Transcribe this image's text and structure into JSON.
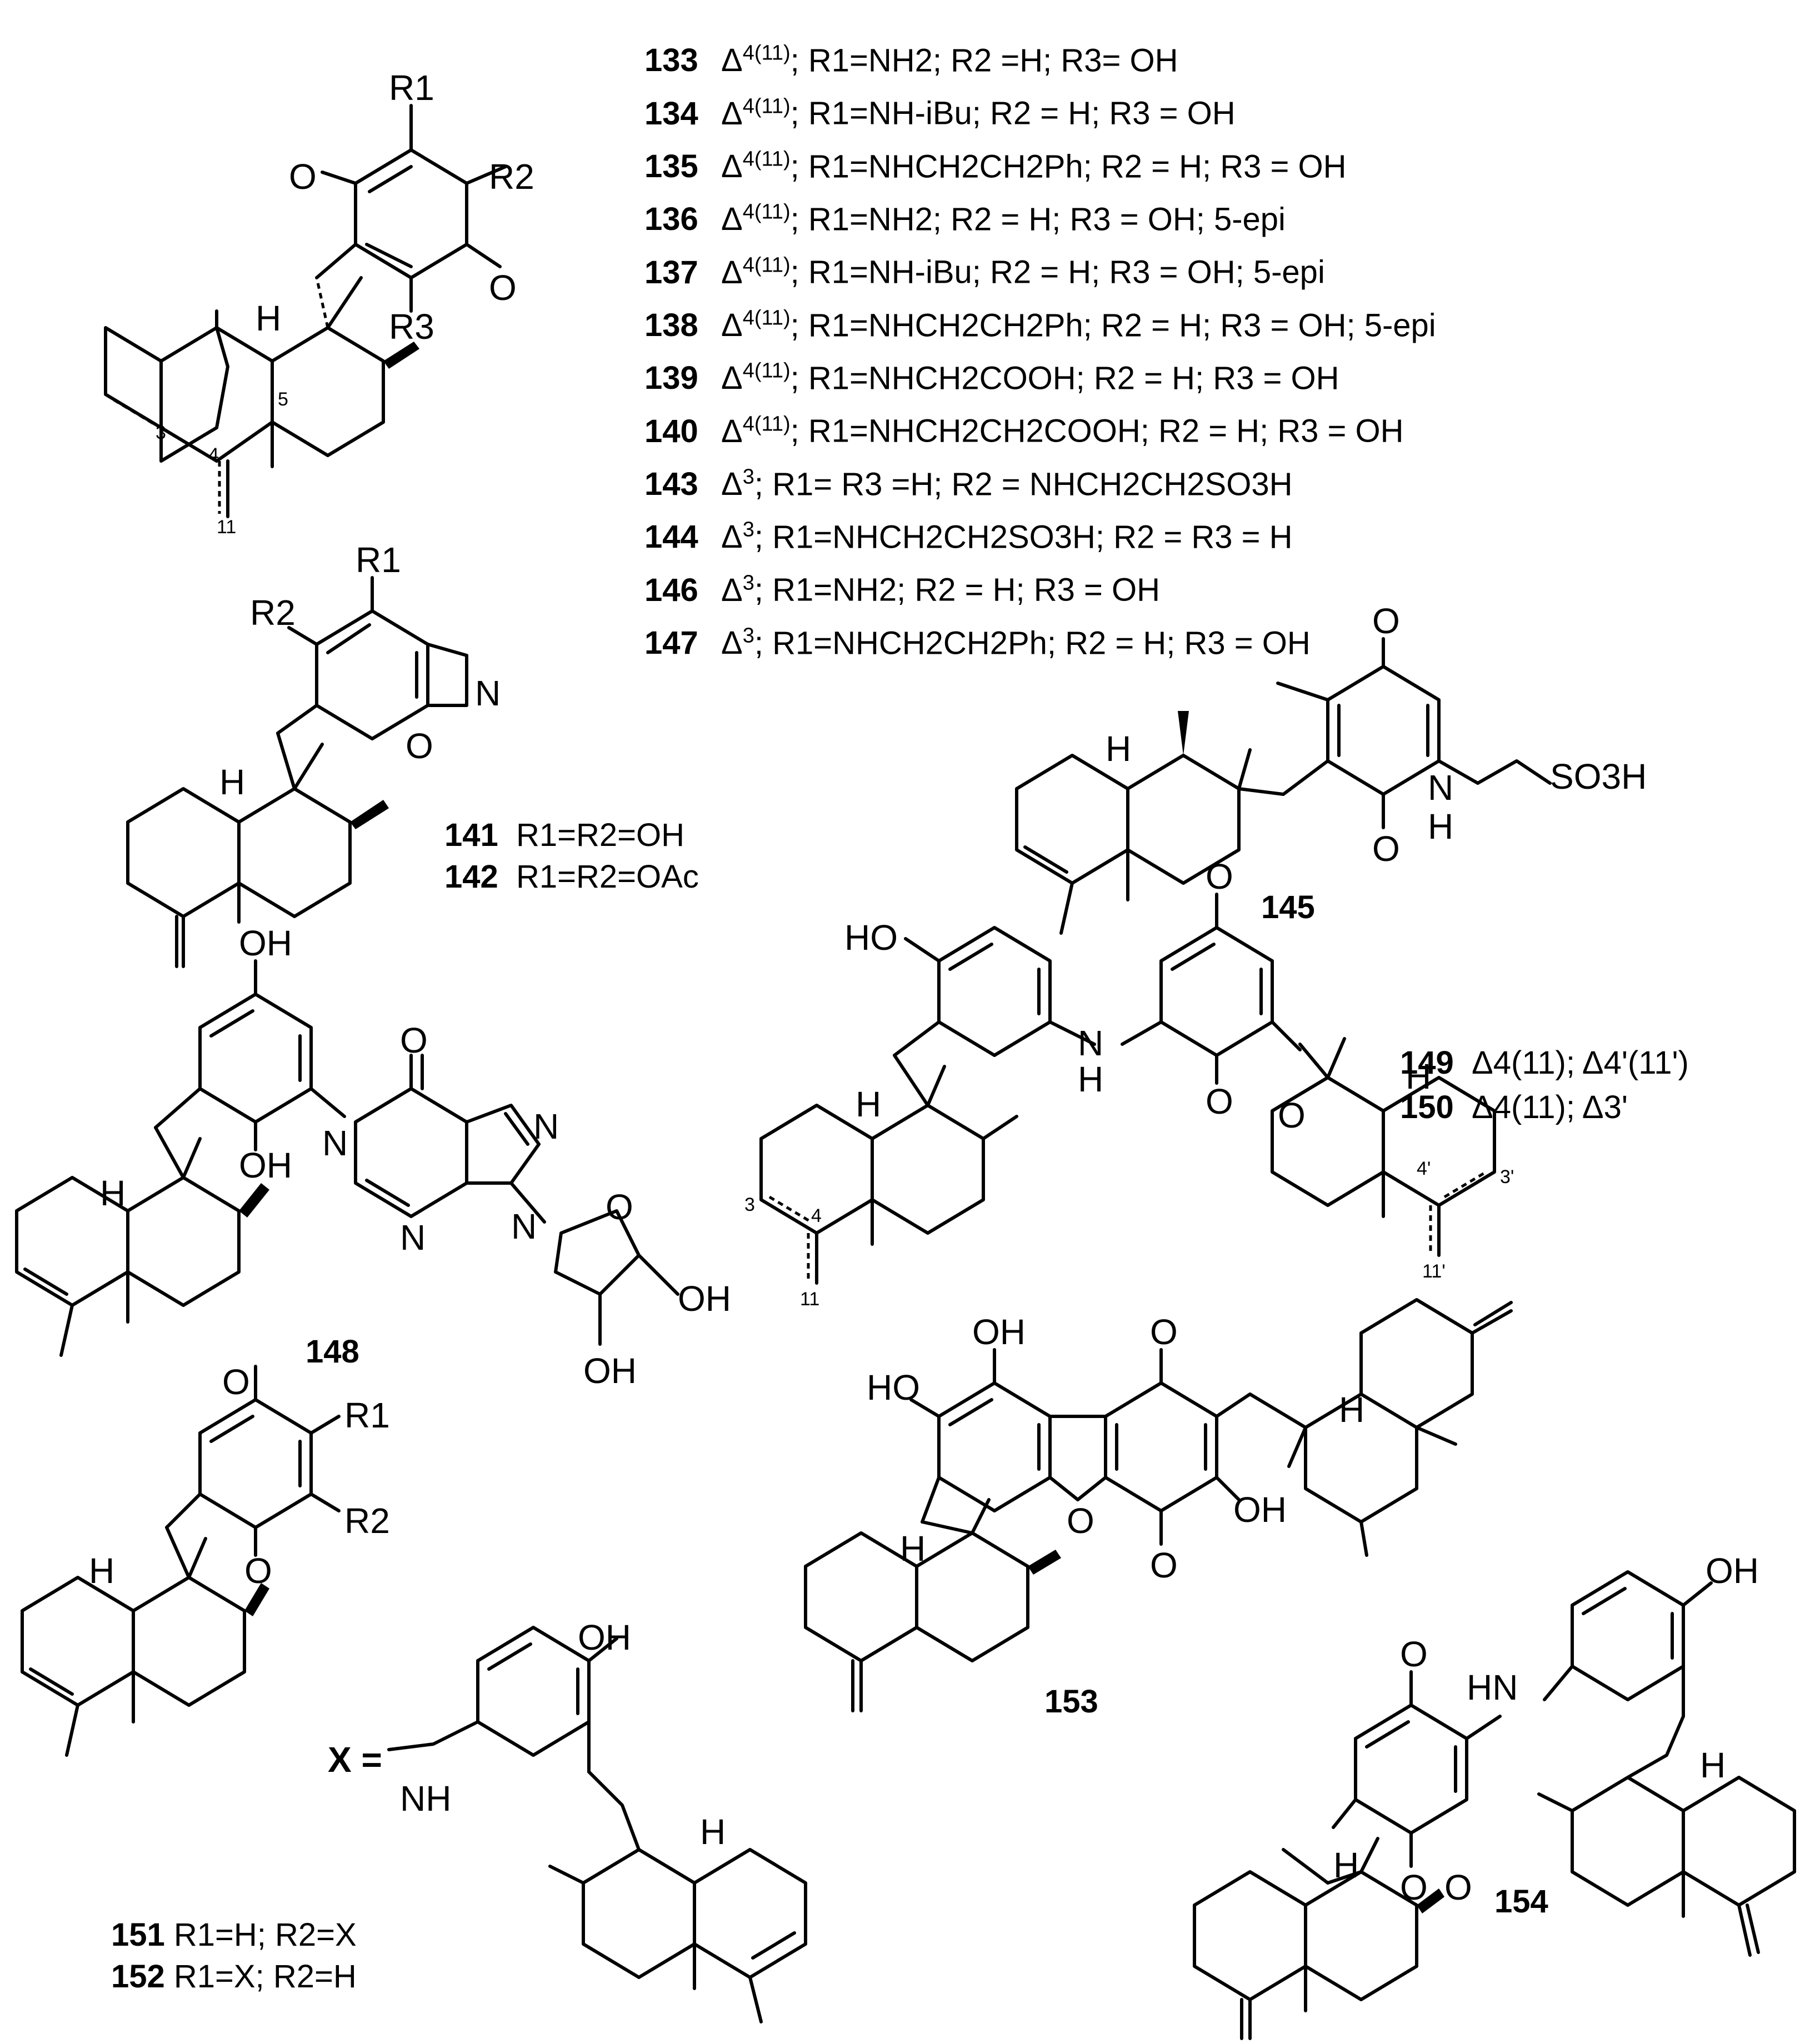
{
  "compounds": [
    {
      "id": "133",
      "delta": "4(11)",
      "desc": "R1=NH2; R2 =H; R3= OH"
    },
    {
      "id": "134",
      "delta": "4(11)",
      "desc": "R1=NH-iBu; R2 = H; R3 = OH"
    },
    {
      "id": "135",
      "delta": "4(11)",
      "desc": "R1=NHCH2CH2Ph; R2 = H; R3 = OH"
    },
    {
      "id": "136",
      "delta": "4(11)",
      "desc": "R1=NH2; R2 = H; R3 = OH; 5-epi"
    },
    {
      "id": "137",
      "delta": "4(11)",
      "desc": "R1=NH-iBu; R2 = H; R3 = OH;  5-epi"
    },
    {
      "id": "138",
      "delta": "4(11)",
      "desc": "R1=NHCH2CH2Ph; R2 = H; R3 = OH; 5-epi"
    },
    {
      "id": "139",
      "delta": "4(11)",
      "desc": "R1=NHCH2COOH; R2 = H; R3 = OH"
    },
    {
      "id": "140",
      "delta": "4(11)",
      "desc": "R1=NHCH2CH2COOH; R2 = H; R3 = OH"
    },
    {
      "id": "143",
      "delta": "3",
      "desc": "R1= R3 =H; R2 = NHCH2CH2SO3H"
    },
    {
      "id": "144",
      "delta": "3",
      "desc": "R1=NHCH2CH2SO3H; R2 = R3 = H"
    },
    {
      "id": "146",
      "delta": "3",
      "desc": "R1=NH2; R2 = H; R3 = OH"
    },
    {
      "id": "147",
      "delta": "3",
      "desc": "R1=NHCH2CH2Ph; R2 = H; R3 = OH"
    }
  ],
  "labels": {
    "c141": "141",
    "c141_desc": "R1=R2=OH",
    "c142": "142",
    "c142_desc": "R1=R2=OAc",
    "c145": "145",
    "c148": "148",
    "c149": "149",
    "c149_desc": "Δ4(11); Δ4'(11')",
    "c150": "150",
    "c150_desc": "Δ4(11); Δ3'",
    "c151": "151",
    "c151_desc": "R1=H; R2=X",
    "c152": "152",
    "c152_desc": "R1=X; R2=H",
    "c153": "153",
    "c154": "154",
    "x_def": "X ="
  },
  "atoms": {
    "O": "O",
    "OH": "OH",
    "HO": "HO",
    "H": "H",
    "N": "N",
    "NH": "NH",
    "HN": "HN",
    "R1": "R1",
    "R2": "R2",
    "R3": "R3",
    "SO3H": "SO3H"
  },
  "locants": {
    "n3": "3",
    "n4": "4",
    "n5": "5",
    "n11": "11",
    "n3p": "3'",
    "n4p": "4'",
    "n11p": "11'"
  }
}
